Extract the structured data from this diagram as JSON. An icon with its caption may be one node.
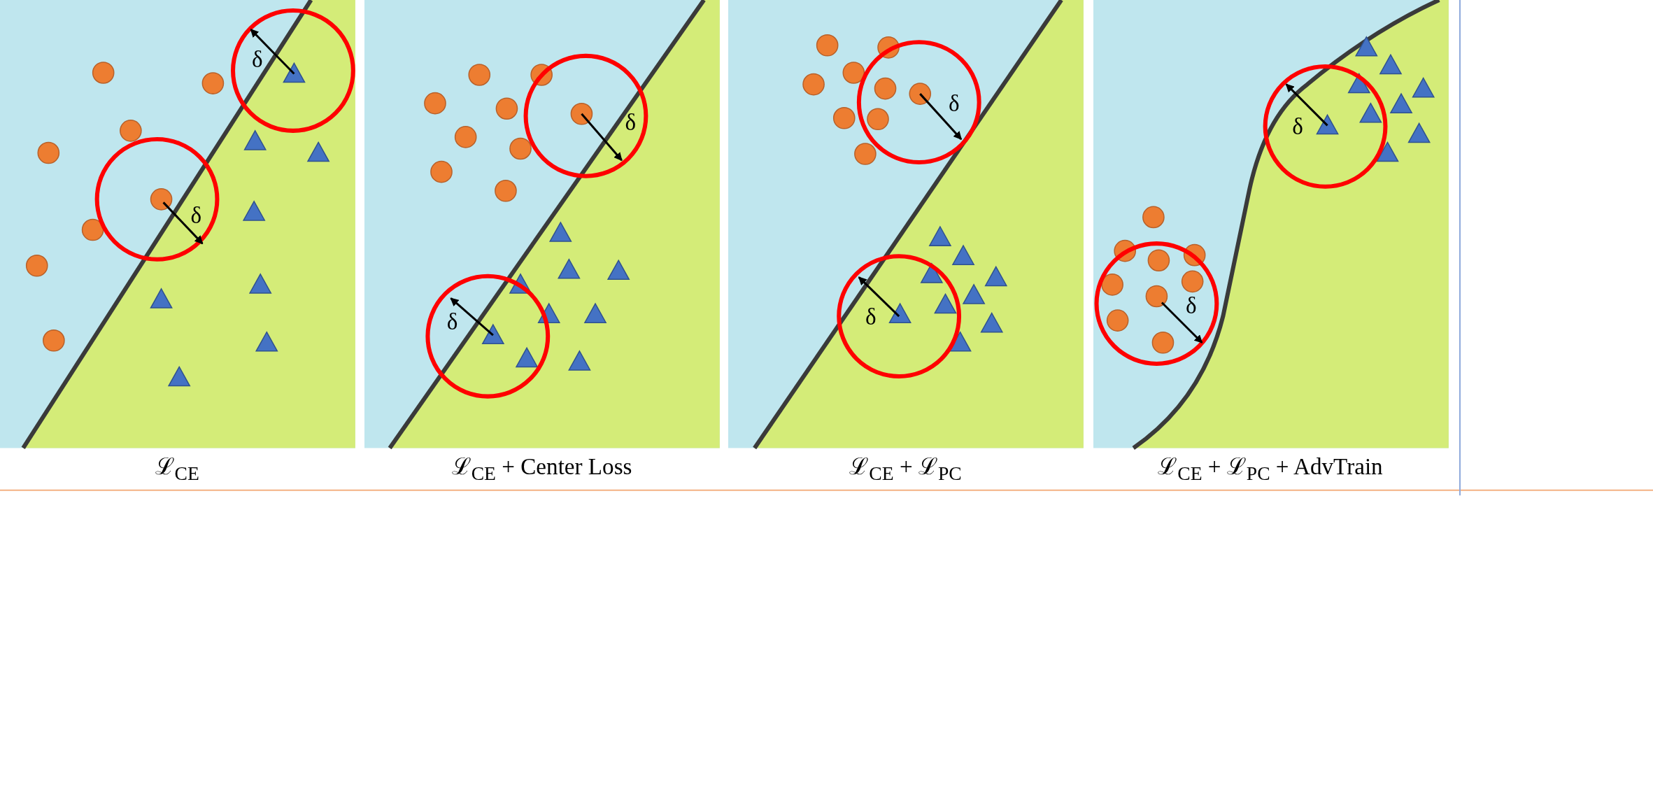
{
  "diagram": {
    "labels": [
      "δ",
      "δ",
      "ℒ$_{CE}$",
      "δ",
      "δ",
      "ℒ$_{CE}$ + Center Loss",
      "δ",
      "δ",
      "ℒ$_{CE}$ + ℒ$_{PC}$",
      "δ",
      "δ",
      "ℒ$_{CE}$ + ℒ$_{PC}$ + AdvTrain"
    ]
  }
}
